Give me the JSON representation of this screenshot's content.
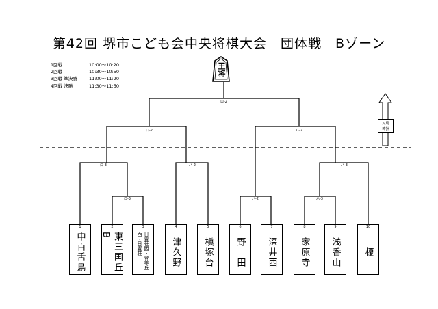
{
  "title": "第42回 堺市こども会中央将棋大会　団体戦　Bゾーン",
  "schedule": [
    {
      "round": "1回戦",
      "time": "10:00〜10:20"
    },
    {
      "round": "2回戦",
      "time": "10:30〜10:50"
    },
    {
      "round": "3回戦 準決勝",
      "time": "11:00〜11:20"
    },
    {
      "round": "4回戦 決勝",
      "time": "11:30〜11:50"
    }
  ],
  "koma_label": "王将",
  "clock_label": [
    "対局",
    "時計"
  ],
  "teams": [
    {
      "seed": "1",
      "name": "中百舌鳥"
    },
    {
      "seed": "2",
      "name": "東三国丘B"
    },
    {
      "seed": "3",
      "name": "日置荘西・登美丘西・日置荘"
    },
    {
      "seed": "4",
      "name": "津久野"
    },
    {
      "seed": "5",
      "name": "槇塚台"
    },
    {
      "seed": "6",
      "name": "野　田"
    },
    {
      "seed": "7",
      "name": "深井西"
    },
    {
      "seed": "8",
      "name": "家原寺"
    },
    {
      "seed": "9",
      "name": "浅香山"
    },
    {
      "seed": "10",
      "name": "榎"
    }
  ],
  "scores": {
    "m1": "ロ-3",
    "m2": "ロ-3",
    "m3": "ハ-2",
    "m4": "ハ-2",
    "m5": "ハ-3",
    "m6": "ハ-3",
    "m7": "ロ-2",
    "m8": "ハ-2",
    "final": "ロ-2"
  }
}
